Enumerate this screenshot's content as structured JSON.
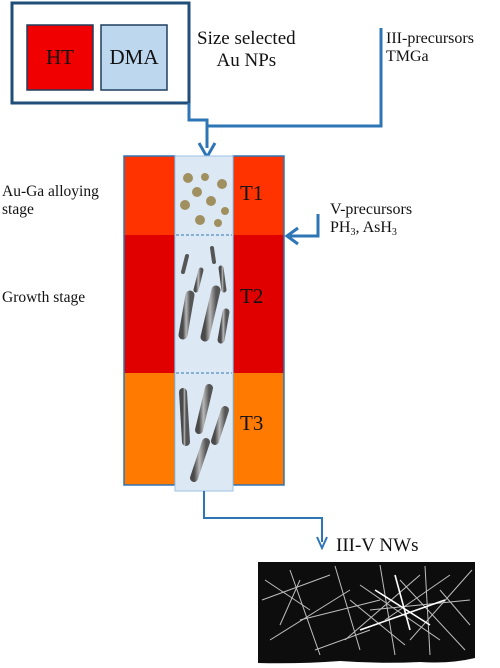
{
  "source_box": {
    "ht_label": "HT",
    "dma_label": "DMA",
    "caption_line1": "Size selected",
    "caption_line2": "Au NPs"
  },
  "group3": {
    "line1": "III-precursors",
    "line2": "TMGa"
  },
  "group5": {
    "line1": "V-precursors",
    "ph3_base": "PH",
    "ph3_sub": "3",
    "separator": ", ",
    "ash3_base": "AsH",
    "ash3_sub": "3"
  },
  "stages": {
    "alloy_line1": "Au-Ga alloying",
    "alloy_line2": "stage",
    "growth": "Growth stage"
  },
  "zones": {
    "t1": "T1",
    "t2": "T2",
    "t3": "T3"
  },
  "output": {
    "label": "III-V NWs"
  },
  "colors": {
    "frame_blue": "#1f4e79",
    "arrow_blue": "#2e75b6",
    "ht_red": "#f00000",
    "dma_fill": "#bdd7ee",
    "zone1": "#ff3300",
    "zone2": "#e00000",
    "zone3": "#ff7a00",
    "tube_fill": "#dce9f5",
    "particle": "#a09060",
    "rod": "#707070",
    "micrograph_bg": "#0d0d0d"
  }
}
